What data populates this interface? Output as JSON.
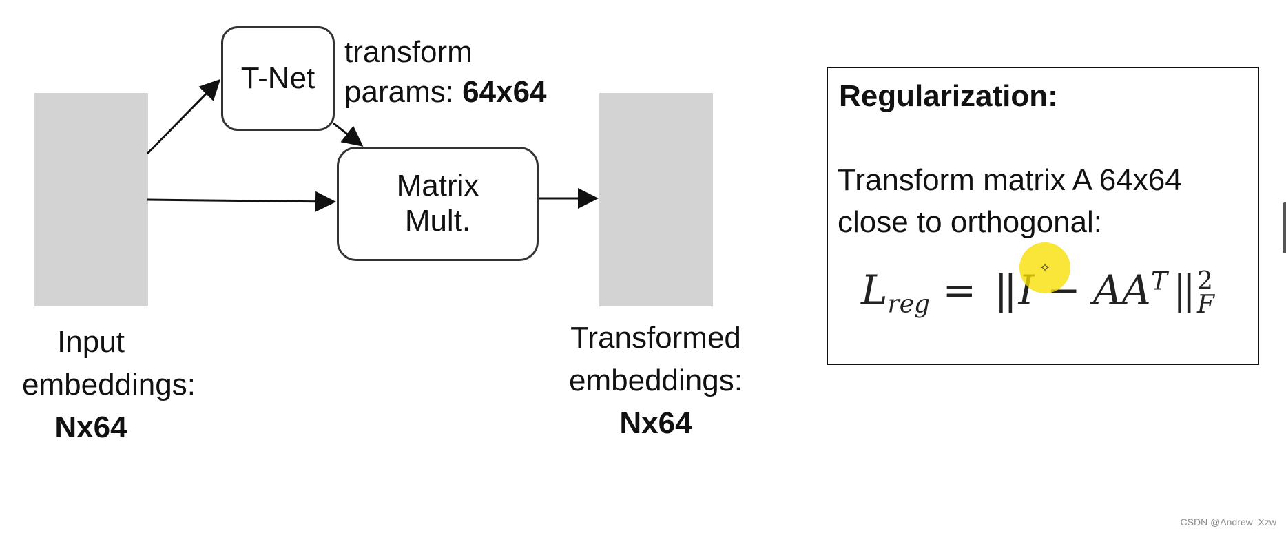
{
  "diagram": {
    "nodes": {
      "tnet": {
        "label": "T-Net"
      },
      "matmul": {
        "line1": "Matrix",
        "line2": "Mult."
      }
    },
    "params_label": {
      "line1": "transform",
      "line2_prefix": "params: ",
      "line2_bold": "64x64"
    },
    "input_caption": {
      "line1": "Input",
      "line2": "embeddings:",
      "line3": "Nx64"
    },
    "output_caption": {
      "line1": "Transformed",
      "line2": "embeddings:",
      "line3": "Nx64"
    },
    "edges": [
      {
        "from": "input-embeddings",
        "to": "tnet"
      },
      {
        "from": "tnet",
        "to": "matmul"
      },
      {
        "from": "input-embeddings",
        "to": "matmul"
      },
      {
        "from": "matmul",
        "to": "transformed-embeddings"
      }
    ]
  },
  "regularization": {
    "title": "Regularization:",
    "line1": "Transform matrix A 64x64",
    "line2": "close to orthogonal:",
    "formula": {
      "L": "L",
      "L_sub": "reg",
      "eq": "=",
      "I": "I",
      "minus": "−",
      "AA": "AA",
      "T": "T",
      "sq": "2",
      "F": "F"
    }
  },
  "watermark": "CSDN @Andrew_Xzw",
  "colors": {
    "block_fill": "#d3d3d3",
    "node_border": "#333333",
    "cursor_highlight": "#f7df00"
  }
}
